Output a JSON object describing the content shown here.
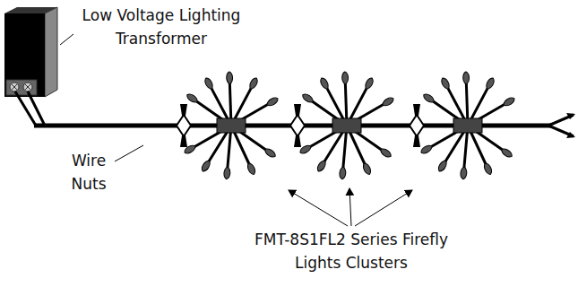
{
  "diagram": {
    "labels": [
      "Low Voltage Lighting Transformer",
      "Wire Nuts",
      "FMT-8S1FL2 Series Firefly Lights Clusters"
    ]
  }
}
